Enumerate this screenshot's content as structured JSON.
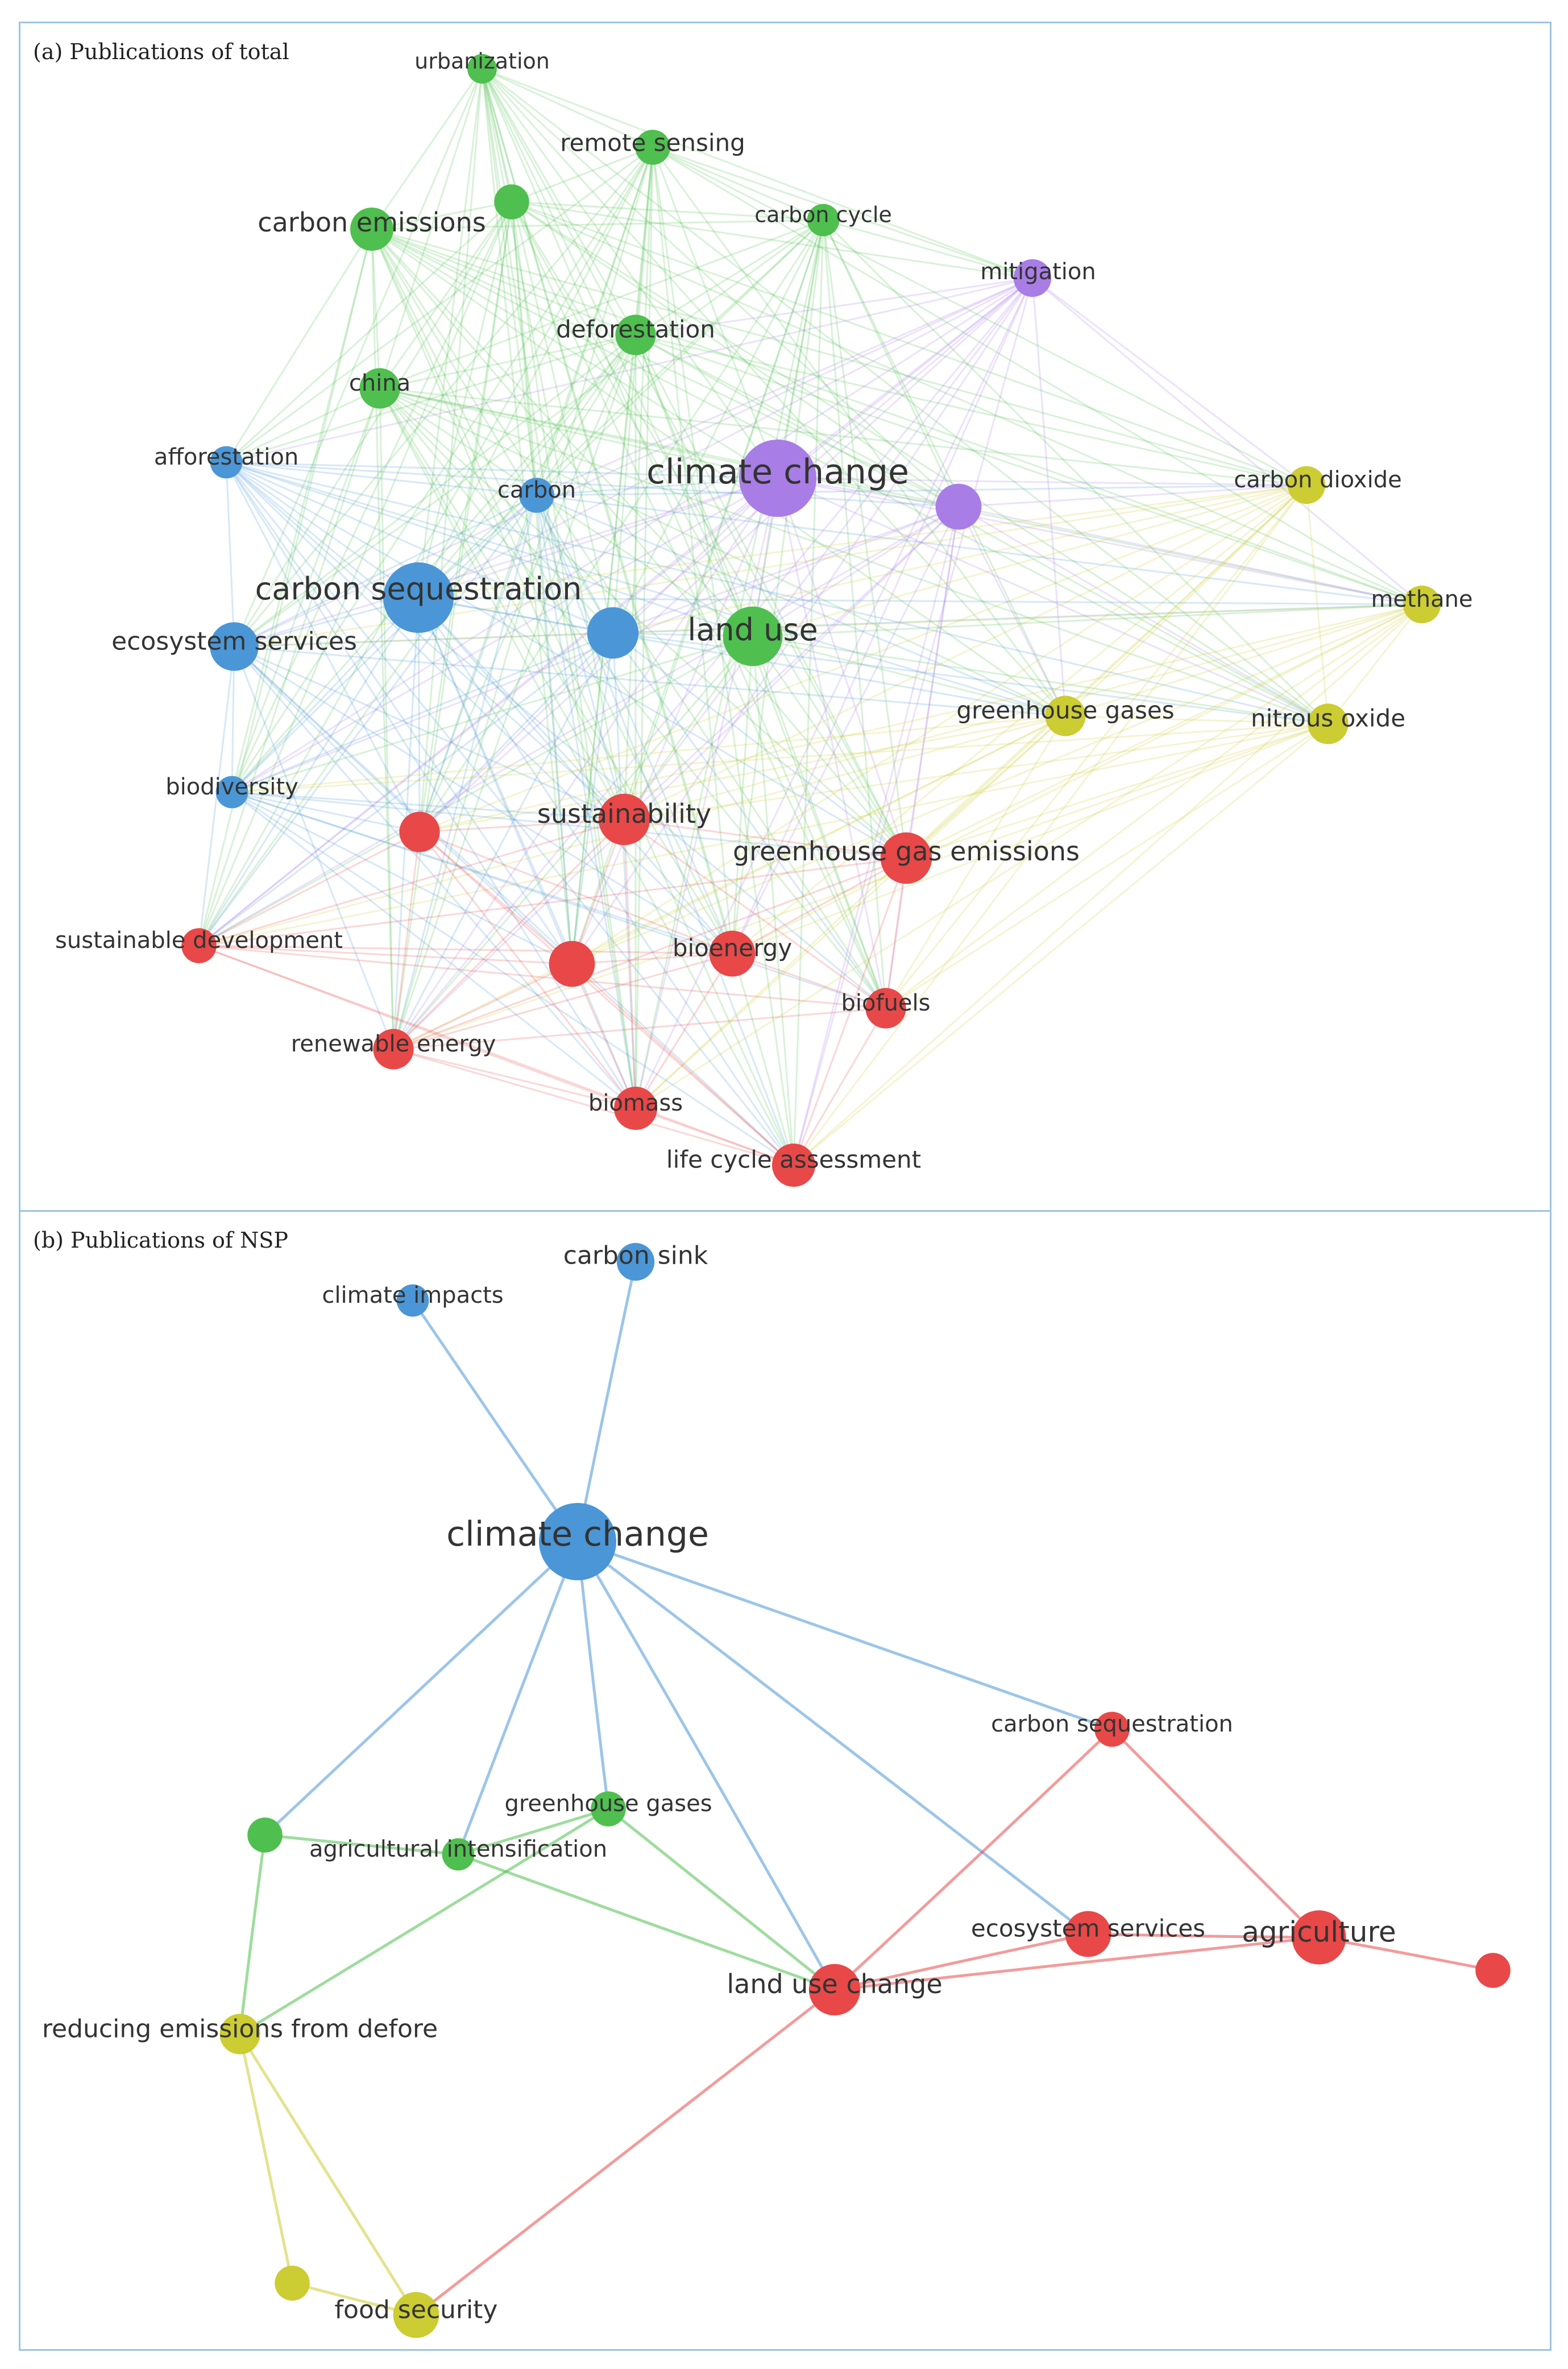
{
  "colors": {
    "red": "#e84848",
    "green": "#4fbf4f",
    "blue": "#4b96d6",
    "yellow": "#cccc33",
    "purple": "#a97de6",
    "frame": "#9dc4e0"
  },
  "panel_a": {
    "title": "(a) Publications of total",
    "nodes": [
      {
        "id": "urbanization",
        "label": "urbanization",
        "cluster": "green",
        "weight": 1
      },
      {
        "id": "remote_sensing",
        "label": "remote sensing",
        "cluster": "green",
        "weight": 1.4
      },
      {
        "id": "g_unl",
        "label": "",
        "cluster": "green",
        "weight": 1.4
      },
      {
        "id": "carbon_emissions",
        "label": "carbon emissions",
        "cluster": "green",
        "weight": 2
      },
      {
        "id": "carbon_cycle",
        "label": "carbon cycle",
        "cluster": "green",
        "weight": 1.2
      },
      {
        "id": "mitigation",
        "label": "mitigation",
        "cluster": "purple",
        "weight": 1.6
      },
      {
        "id": "deforestation",
        "label": "deforestation",
        "cluster": "green",
        "weight": 1.8
      },
      {
        "id": "china",
        "label": "china",
        "cluster": "green",
        "weight": 1.8
      },
      {
        "id": "afforestation",
        "label": "afforestation",
        "cluster": "blue",
        "weight": 1.2
      },
      {
        "id": "carbon",
        "label": "carbon",
        "cluster": "blue",
        "weight": 1.4
      },
      {
        "id": "climate_change",
        "label": "climate change",
        "cluster": "purple",
        "weight": 4.5
      },
      {
        "id": "p_unl",
        "label": "",
        "cluster": "purple",
        "weight": 2.2
      },
      {
        "id": "carbon_dioxide",
        "label": "carbon dioxide",
        "cluster": "yellow",
        "weight": 1.6
      },
      {
        "id": "carbon_sequestration",
        "label": "carbon sequestration",
        "cluster": "blue",
        "weight": 4
      },
      {
        "id": "b_unl",
        "label": "",
        "cluster": "blue",
        "weight": 2.6
      },
      {
        "id": "land_use",
        "label": "land use",
        "cluster": "green",
        "weight": 3.2
      },
      {
        "id": "methane",
        "label": "methane",
        "cluster": "yellow",
        "weight": 1.6
      },
      {
        "id": "ecosystem_services",
        "label": "ecosystem services",
        "cluster": "blue",
        "weight": 2.4
      },
      {
        "id": "greenhouse_gases",
        "label": "greenhouse gases",
        "cluster": "yellow",
        "weight": 1.8
      },
      {
        "id": "nitrous_oxide",
        "label": "nitrous oxide",
        "cluster": "yellow",
        "weight": 1.8
      },
      {
        "id": "biodiversity",
        "label": "biodiversity",
        "cluster": "blue",
        "weight": 1.2
      },
      {
        "id": "r_unl1",
        "label": "",
        "cluster": "red",
        "weight": 1.8
      },
      {
        "id": "sustainability",
        "label": "sustainability",
        "cluster": "red",
        "weight": 2.6
      },
      {
        "id": "ghg_emissions",
        "label": "greenhouse gas emissions",
        "cluster": "red",
        "weight": 2.6
      },
      {
        "id": "sustainable_development",
        "label": "sustainable development",
        "cluster": "red",
        "weight": 1.4
      },
      {
        "id": "r_unl2",
        "label": "",
        "cluster": "red",
        "weight": 2.2
      },
      {
        "id": "bioenergy",
        "label": "bioenergy",
        "cluster": "red",
        "weight": 2.2
      },
      {
        "id": "biofuels",
        "label": "biofuels",
        "cluster": "red",
        "weight": 1.8
      },
      {
        "id": "renewable_energy",
        "label": "renewable energy",
        "cluster": "red",
        "weight": 1.8
      },
      {
        "id": "biomass",
        "label": "biomass",
        "cluster": "red",
        "weight": 2
      },
      {
        "id": "lca",
        "label": "life cycle assessment",
        "cluster": "red",
        "weight": 2
      }
    ]
  },
  "panel_b": {
    "title": "(b) Publications of NSP",
    "nodes": [
      {
        "id": "carbon_sink",
        "label": "carbon sink",
        "cluster": "blue",
        "weight": 1.6
      },
      {
        "id": "climate_impacts",
        "label": "climate impacts",
        "cluster": "blue",
        "weight": 1.2
      },
      {
        "id": "climate_change",
        "label": "climate change",
        "cluster": "blue",
        "weight": 4.5
      },
      {
        "id": "carbon_sequestration",
        "label": "carbon sequestration",
        "cluster": "red",
        "weight": 1.4
      },
      {
        "id": "greenhouse_gases",
        "label": "greenhouse gases",
        "cluster": "green",
        "weight": 1.4
      },
      {
        "id": "g_unl",
        "label": "",
        "cluster": "green",
        "weight": 1.4
      },
      {
        "id": "agri_intensification",
        "label": "agricultural intensification",
        "cluster": "green",
        "weight": 1.2
      },
      {
        "id": "ecosystem_services",
        "label": "ecosystem services",
        "cluster": "red",
        "weight": 2.2
      },
      {
        "id": "agriculture",
        "label": "agriculture",
        "cluster": "red",
        "weight": 2.8
      },
      {
        "id": "r_unl",
        "label": "",
        "cluster": "red",
        "weight": 1.4
      },
      {
        "id": "land_use_change",
        "label": "land use change",
        "cluster": "red",
        "weight": 2.6
      },
      {
        "id": "redd",
        "label": "reducing emissions from defore",
        "cluster": "yellow",
        "weight": 1.8
      },
      {
        "id": "y_unl",
        "label": "",
        "cluster": "yellow",
        "weight": 1.4
      },
      {
        "id": "food_security",
        "label": "food security",
        "cluster": "yellow",
        "weight": 2.2
      }
    ]
  }
}
